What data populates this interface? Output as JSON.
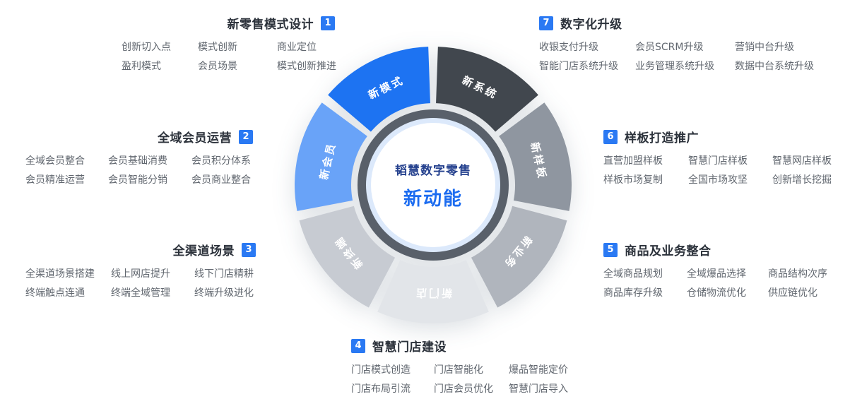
{
  "colors": {
    "accent": "#2a79f3",
    "title_text": "#2c323b",
    "item_text": "#61676f",
    "center_ring": "#59606a",
    "center_halo": "#dce9fb"
  },
  "center": {
    "title": "韬慧数字零售",
    "subtitle": "新动能"
  },
  "wheel": {
    "segments": [
      {
        "label": "新系统",
        "color": "#41474e"
      },
      {
        "label": "新样板",
        "color": "#8f96a0"
      },
      {
        "label": "新业务",
        "color": "#b0b5bd"
      },
      {
        "label": "新门店",
        "color": "#e2e5e9"
      },
      {
        "label": "新终端",
        "color": "#c7cbd2"
      },
      {
        "label": "新会员",
        "color": "#69a3f8"
      },
      {
        "label": "新模式",
        "color": "#1d73f2"
      }
    ]
  },
  "sections": [
    {
      "num": "1",
      "title": "新零售模式设计",
      "items": [
        "创新切入点",
        "模式创新",
        "商业定位",
        "盈利模式",
        "会员场景",
        "模式创新推进"
      ]
    },
    {
      "num": "2",
      "title": "全域会员运营",
      "items": [
        "全域会员整合",
        "会员基础消费",
        "会员积分体系",
        "会员精准运营",
        "会员智能分销",
        "会员商业整合"
      ]
    },
    {
      "num": "3",
      "title": "全渠道场景",
      "items": [
        "全渠道场景搭建",
        "线上网店提升",
        "线下门店精耕",
        "终端触点连通",
        "终端全域管理",
        "终端升级进化"
      ]
    },
    {
      "num": "4",
      "title": "智慧门店建设",
      "items": [
        "门店模式创造",
        "门店智能化",
        "爆品智能定价",
        "门店布局引流",
        "门店会员优化",
        "智慧门店导入"
      ]
    },
    {
      "num": "5",
      "title": "商品及业务整合",
      "items": [
        "全域商品规划",
        "全域爆品选择",
        "商品结构次序",
        "商品库存升级",
        "仓储物流优化",
        "供应链优化"
      ]
    },
    {
      "num": "6",
      "title": "样板打造推广",
      "items": [
        "直营加盟样板",
        "智慧门店样板",
        "智慧网店样板",
        "样板市场复制",
        "全国市场攻坚",
        "创新增长挖掘"
      ]
    },
    {
      "num": "7",
      "title": "数字化升级",
      "items": [
        "收银支付升级",
        "会员SCRM升级",
        "营销中台升级",
        "智能门店系统升级",
        "业务管理系统升级",
        "数据中台系统升级"
      ]
    }
  ]
}
